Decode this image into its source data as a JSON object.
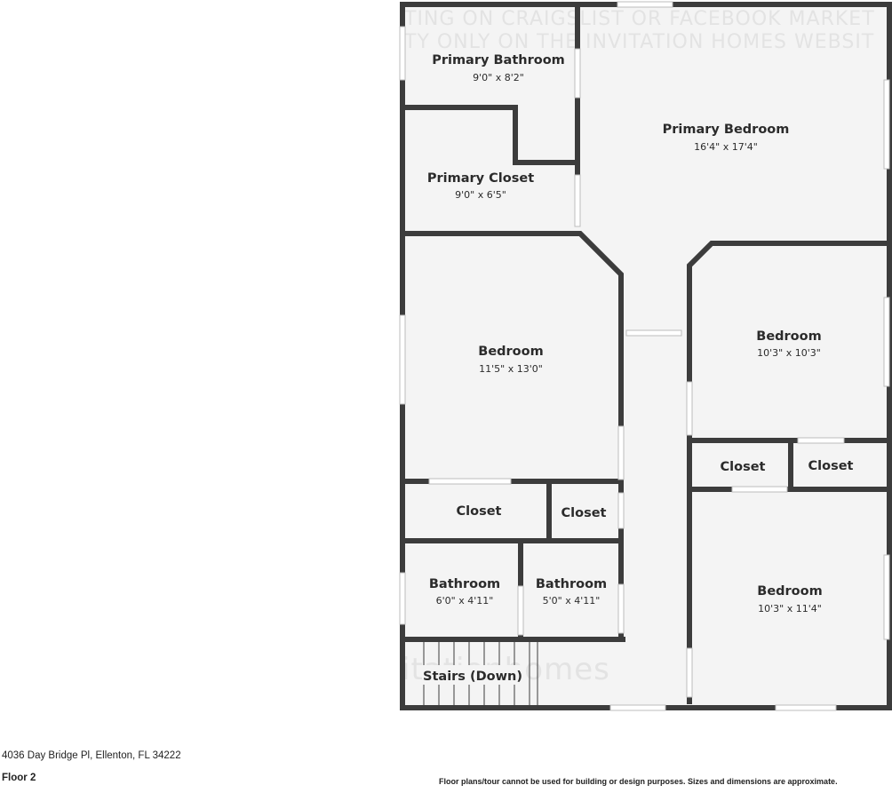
{
  "watermark": {
    "line1": "TING ON CRAIGSLIST OR FACEBOOK MARKET",
    "line2": "TY ONLY ON THE INVITATION HOMES WEBSIT",
    "brand": "itationhomes"
  },
  "rooms": {
    "primary_bathroom": {
      "name": "Primary Bathroom",
      "size": "9'0\" x 8'2\""
    },
    "primary_bedroom": {
      "name": "Primary Bedroom",
      "size": "16'4\" x 17'4\""
    },
    "primary_closet": {
      "name": "Primary Closet",
      "size": "9'0\" x 6'5\""
    },
    "bedroom_left": {
      "name": "Bedroom",
      "size": "11'5\" x 13'0\""
    },
    "bedroom_right_top": {
      "name": "Bedroom",
      "size": "10'3\" x 10'3\""
    },
    "closet_right_1": {
      "name": "Closet"
    },
    "closet_right_2": {
      "name": "Closet"
    },
    "closet_left_1": {
      "name": "Closet"
    },
    "closet_left_2": {
      "name": "Closet"
    },
    "bathroom_1": {
      "name": "Bathroom",
      "size": "6'0\" x 4'11\""
    },
    "bathroom_2": {
      "name": "Bathroom",
      "size": "5'0\" x 4'11\""
    },
    "bedroom_right_bottom": {
      "name": "Bedroom",
      "size": "10'3\" x 11'4\""
    },
    "stairs": {
      "name": "Stairs (Down)"
    }
  },
  "footer": {
    "address": "4036 Day Bridge Pl, Ellenton, FL 34222",
    "floor": "Floor 2",
    "disclaimer": "Floor plans/tour cannot be used for building or design purposes. Sizes and dimensions are approximate."
  },
  "colors": {
    "wall": "#3c3c3c",
    "floor": "#f4f4f4",
    "window": "#ffffff"
  }
}
